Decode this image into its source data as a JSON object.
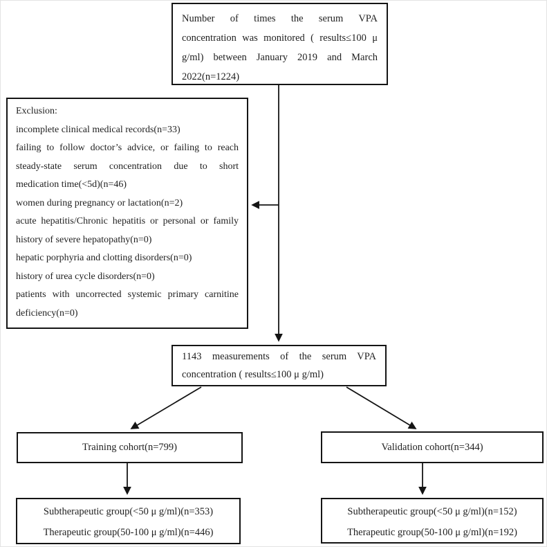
{
  "figure": {
    "type": "study-flow-diagram",
    "colors": {
      "background": "#ffffff",
      "box_border": "#141414",
      "arrow": "#141414",
      "text": "#1f1f1f"
    },
    "boxes": {
      "monitoring": {
        "paragraphs": [
          [
            "Number of times the serum VPA",
            "concentration was monitored ( results≤100 μ",
            "g/ml) between January 2019 and March",
            "2022(n=1224)"
          ]
        ]
      },
      "exclusion": {
        "paragraphs": [
          [
            "Exclusion:"
          ],
          [
            "incomplete clinical medical records(n=33)"
          ],
          [
            "failing to follow doctor’s advice, or failing to reach",
            "steady-state serum concentration due to short",
            "medication time(<5d)(n=46)"
          ],
          [
            "women during pregnancy or lactation(n=2)"
          ],
          [
            "acute hepatitis/Chronic hepatitis or personal or family",
            "history of severe hepatopathy(n=0)"
          ],
          [
            "hepatic porphyria and clotting disorders(n=0)"
          ],
          [
            "history of urea cycle disorders(n=0)"
          ],
          [
            "patients with uncorrected systemic primary carnitine",
            "deficiency(n=0)"
          ]
        ]
      },
      "measurements": {
        "paragraphs": [
          [
            "1143 measurements of the serum VPA",
            "concentration ( results≤100 μ g/ml)"
          ]
        ]
      },
      "training_cohort": {
        "label": "Training cohort(n=799)"
      },
      "validation_cohort": {
        "label": "Validation cohort(n=344)"
      },
      "training_groups": {
        "paragraphs": [
          [
            "Subtherapeutic group(<50 μ g/ml)(n=353)"
          ],
          [
            "Therapeutic group(50-100 μ g/ml)(n=446)"
          ]
        ]
      },
      "validation_groups": {
        "paragraphs": [
          [
            "Subtherapeutic group(<50 μ g/ml)(n=152)"
          ],
          [
            "Therapeutic group(50-100 μ g/ml)(n=192)"
          ]
        ]
      }
    }
  }
}
